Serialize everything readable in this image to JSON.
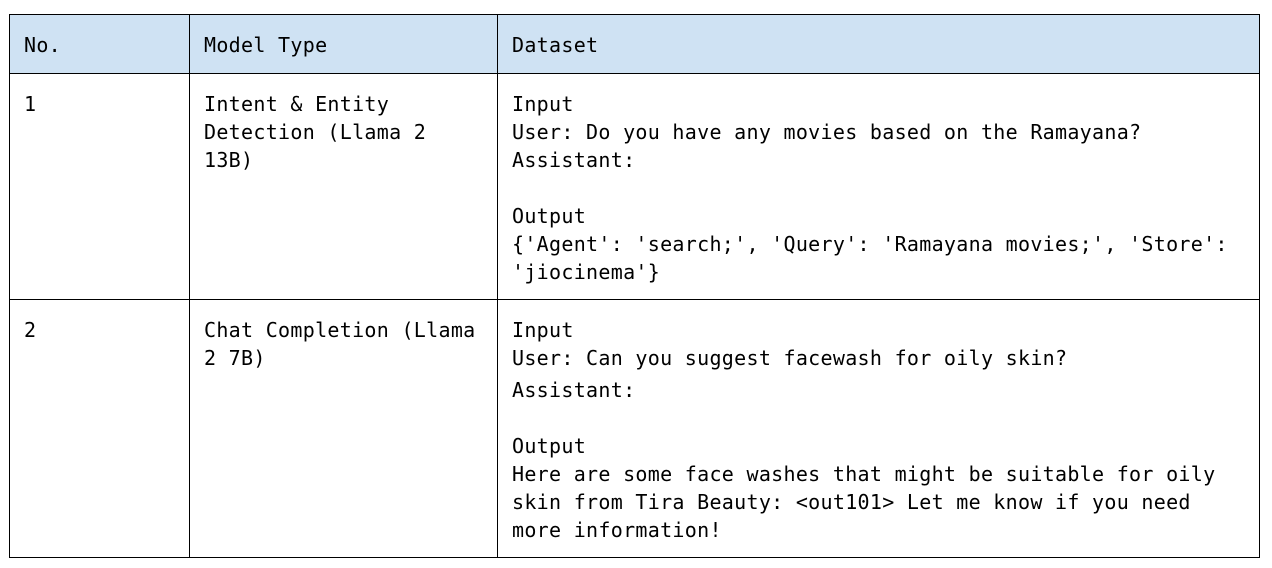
{
  "table": {
    "headers": [
      "No.",
      "Model Type",
      "Dataset"
    ],
    "rows": [
      {
        "no": "1",
        "model_type": "Intent & Entity Detection (Llama 2 13B)",
        "input_label": "Input",
        "input_user": "User: Do you have any movies based on the Ramayana?",
        "input_assistant": "Assistant:",
        "output_label": "Output",
        "output_text": "{'Agent': 'search;', 'Query': 'Ramayana movies;', 'Store': 'jiocinema'}"
      },
      {
        "no": "2",
        "model_type": "Chat Completion (Llama 2 7B)",
        "input_label": "Input",
        "input_user": "User: Can you suggest facewash for oily skin?",
        "input_assistant": "Assistant:",
        "output_label": "Output",
        "output_text": "Here are some face washes that might be suitable for oily skin from Tira Beauty: <out101> Let me know if you need more information!"
      }
    ]
  }
}
